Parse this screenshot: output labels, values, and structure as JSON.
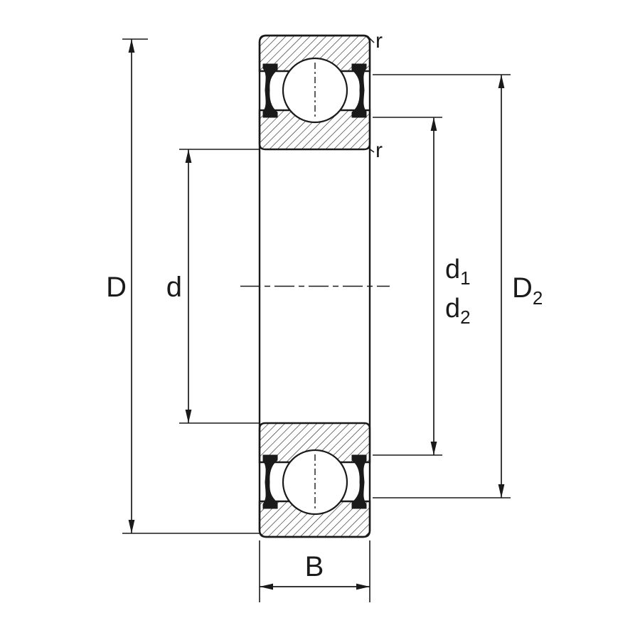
{
  "diagram": {
    "type": "bearing-cross-section-drawing",
    "colors": {
      "line": "#1a1a1a",
      "background": "#ffffff",
      "seal_fill": "#1a1a1a"
    },
    "labels": {
      "outer_diameter": "D",
      "bore_diameter": "d",
      "d1_base": "d",
      "d1_sub": "1",
      "d2_base": "d",
      "d2_sub": "2",
      "D2_base": "D",
      "D2_sub": "2",
      "width": "B",
      "r_top": "r",
      "r_inner": "r"
    }
  }
}
